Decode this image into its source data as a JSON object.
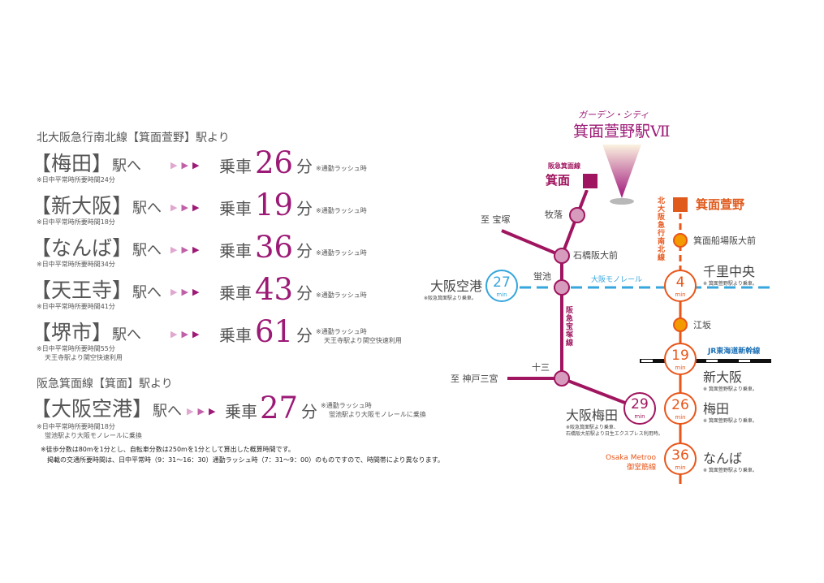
{
  "colors": {
    "accent": "#9c1a76",
    "hankyu": "#a0155f",
    "midosuji": "#e8561a",
    "monorail": "#36a6dc"
  },
  "left": {
    "heading1": "北大阪急行南北線【箕面萱野】駅より",
    "rows": [
      {
        "dest": "【梅田】",
        "suffix": "駅へ",
        "note": "※日中平常時所要時間24分",
        "ride": "乗車",
        "minutes": "26",
        "unit": "分",
        "rush": "※通勤ラッシュ時"
      },
      {
        "dest": "【新大阪】",
        "suffix": "駅へ",
        "note": "※日中平常時所要時間18分",
        "ride": "乗車",
        "minutes": "19",
        "unit": "分",
        "rush": "※通勤ラッシュ時"
      },
      {
        "dest": "【なんば】",
        "suffix": "駅へ",
        "note": "※日中平常時所要時間34分",
        "ride": "乗車",
        "minutes": "36",
        "unit": "分",
        "rush": "※通勤ラッシュ時"
      },
      {
        "dest": "【天王寺】",
        "suffix": "駅へ",
        "note": "※日中平常時所要時間41分",
        "ride": "乗車",
        "minutes": "43",
        "unit": "分",
        "rush": "※通勤ラッシュ時"
      },
      {
        "dest": "【堺市】",
        "suffix": "駅へ",
        "note": "※日中平常時所要時間55分",
        "note2": "天王寺駅より関空快速利用",
        "ride": "乗車",
        "minutes": "61",
        "unit": "分",
        "rush": "※通勤ラッシュ時",
        "rush2": "天王寺駅より関空快速利用"
      }
    ],
    "heading2": "阪急箕面線【箕面】駅より",
    "airport": {
      "dest": "【大阪空港】",
      "suffix": "駅へ",
      "note": "※日中平常時所要時間18分",
      "note2": "蛍池駅より大阪モノレールに乗換",
      "ride": "乗車",
      "minutes": "27",
      "unit": "分",
      "rush": "※通勤ラッシュ時",
      "rush2": "蛍池駅より大阪モノレールに乗換"
    },
    "arrows": "▶▶▶",
    "footnote1": "※徒歩分数は80mを1分とし、自転車分数は250mを1分として算出した概算時間です。",
    "footnote2": "掲載の交通所要時間は、日中平常時（9：31〜16：30）通勤ラッシュ時（7：31〜9：00）のものですので、時間帯により異なります。"
  },
  "map": {
    "title_sub": "ガーデン・シティ",
    "title": "箕面萱野駅Ⅶ",
    "minoh_line": "阪急箕面線",
    "minoh": "箕面",
    "makiochi": "牧落",
    "takarazuka": "至 宝塚",
    "ishibashi": "石橋阪大前",
    "hotarugaike": "蛍池",
    "takarazuka_line": "阪急宝塚線",
    "juso": "十三",
    "kobe": "至 神戸三宮",
    "airport": "大阪空港",
    "airport_note": "※阪急箕面駅より乗車。",
    "airport_min": "27",
    "monorail": "大阪モノレール",
    "umeda_hankyu": "大阪梅田",
    "umeda_hankyu_note1": "※阪急箕面駅より乗車、",
    "umeda_hankyu_note2": "石橋阪大前駅より日生エクスプレス利用時。",
    "umeda_hankyu_min": "29",
    "min": "min",
    "kitakyu_line": "北大阪急行南北線",
    "kayano": "箕面萱野",
    "senba": "箕面船場阪大前",
    "senri": "千里中央",
    "senri_min": "4",
    "kayano_note": "※ 箕面萱野駅より乗車。",
    "esaka": "江坂",
    "jr": "JR東海道新幹線",
    "shinosaka": "新大阪",
    "shinosaka_min": "19",
    "umeda": "梅田",
    "umeda_min": "26",
    "metro1": "Osaka Metroo",
    "metro2": "御堂筋線",
    "namba": "なんば",
    "namba_min": "36"
  }
}
